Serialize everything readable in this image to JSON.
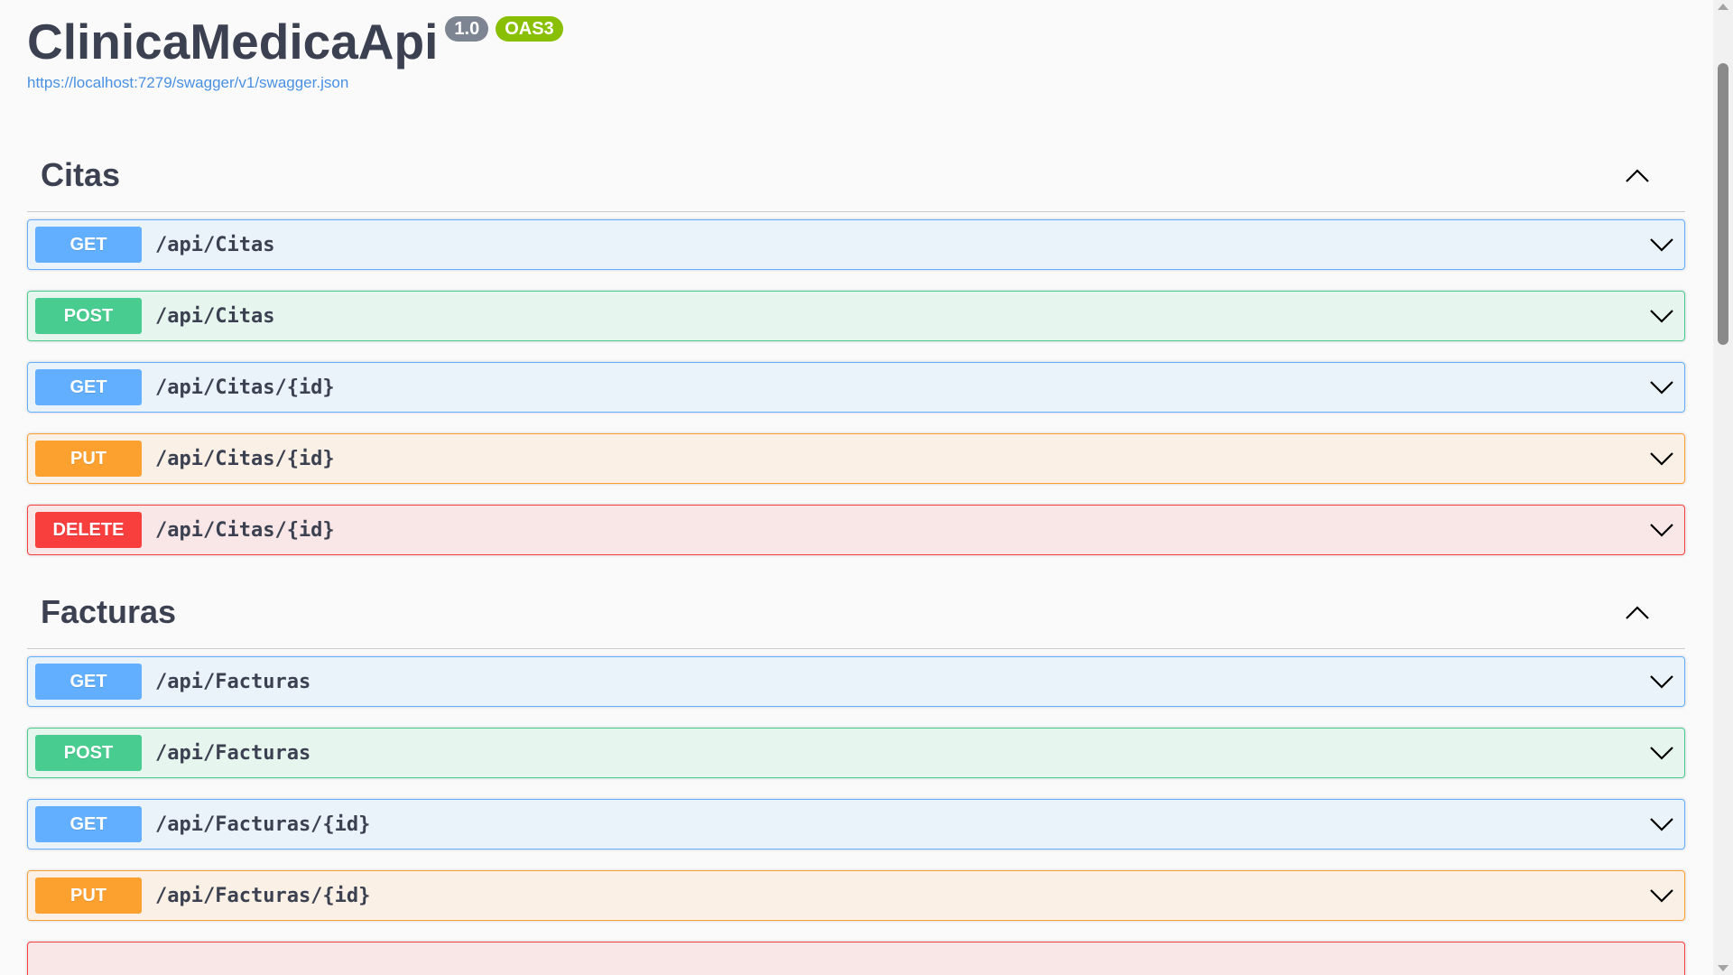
{
  "info": {
    "title": "ClinicaMedicaApi",
    "version": "1.0",
    "oas": "OAS3",
    "spec_url": "https://localhost:7279/swagger/v1/swagger.json"
  },
  "tags": [
    {
      "name": "Citas",
      "operations": [
        {
          "method": "GET",
          "path": "/api/Citas"
        },
        {
          "method": "POST",
          "path": "/api/Citas"
        },
        {
          "method": "GET",
          "path": "/api/Citas/{id}"
        },
        {
          "method": "PUT",
          "path": "/api/Citas/{id}"
        },
        {
          "method": "DELETE",
          "path": "/api/Citas/{id}"
        }
      ]
    },
    {
      "name": "Facturas",
      "operations": [
        {
          "method": "GET",
          "path": "/api/Facturas"
        },
        {
          "method": "POST",
          "path": "/api/Facturas"
        },
        {
          "method": "GET",
          "path": "/api/Facturas/{id}"
        },
        {
          "method": "PUT",
          "path": "/api/Facturas/{id}"
        }
      ]
    }
  ],
  "colors": {
    "get": "#61affe",
    "post": "#49cc90",
    "put": "#fca130",
    "delete": "#f93e3e",
    "link": "#4990e2",
    "version_badge": "#7d8492",
    "oas_badge": "#89bf04"
  },
  "icons": {
    "section_toggle": "chevron-up-icon",
    "operation_toggle": "chevron-down-icon"
  }
}
